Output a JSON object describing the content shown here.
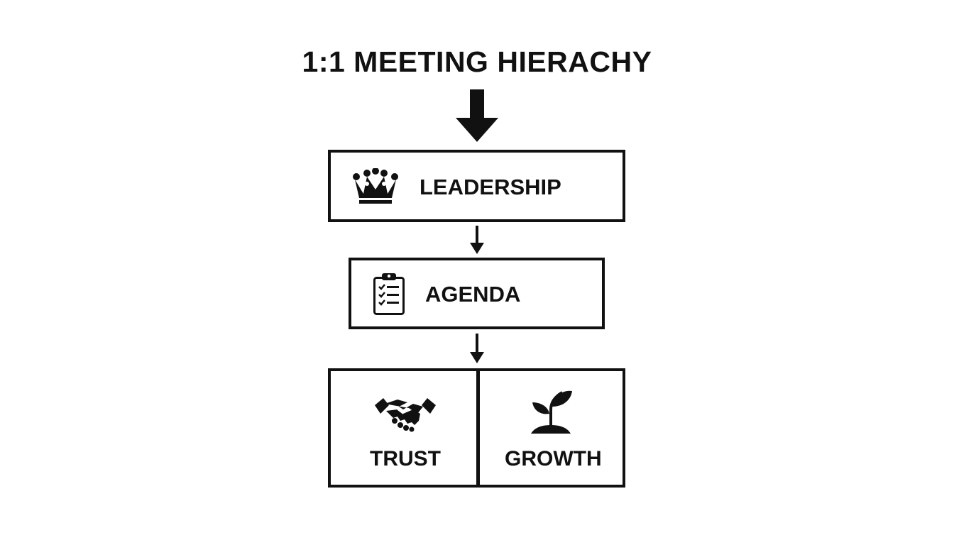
{
  "title": "1:1 MEETING HIERACHY",
  "colors": {
    "ink": "#111111",
    "background": "#ffffff"
  },
  "levels": [
    {
      "label": "LEADERSHIP",
      "icon": "crown-icon"
    },
    {
      "label": "AGENDA",
      "icon": "clipboard-checklist-icon"
    }
  ],
  "foundations": [
    {
      "label": "TRUST",
      "icon": "handshake-icon"
    },
    {
      "label": "GROWTH",
      "icon": "sprout-icon"
    }
  ]
}
